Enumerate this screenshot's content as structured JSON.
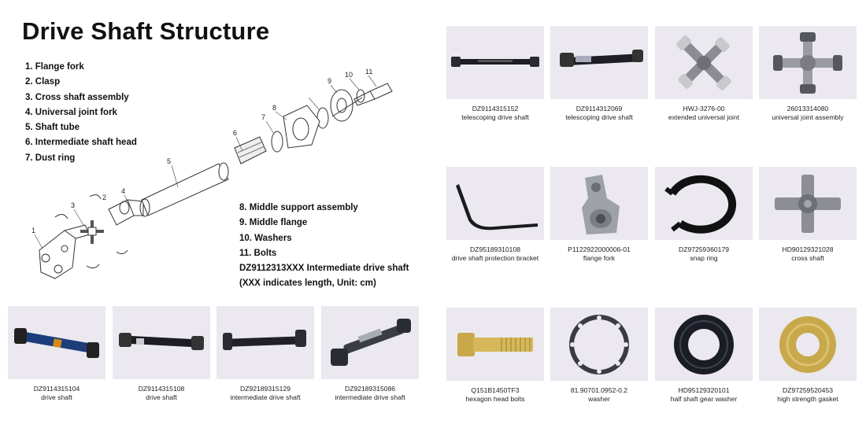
{
  "title": "Drive Shaft Structure",
  "legend_left": [
    "1.  Flange fork",
    "2.  Clasp",
    "3.  Cross shaft assembly",
    "4.  Universal joint fork",
    "5.  Shaft tube",
    "6.  Intermediate shaft head",
    "7. Dust ring"
  ],
  "legend_right": [
    "8. Middle support assembly",
    "9. Middle flange",
    "10. Washers",
    "11. Bolts",
    "DZ9112313XXX Intermediate drive shaft",
    "(XXX indicates length, Unit: cm)"
  ],
  "diagram_labels": [
    "1",
    "2",
    "3",
    "4",
    "5",
    "6",
    "7",
    "8",
    "9",
    "10",
    "11"
  ],
  "products": [
    {
      "code": "DZ9114315152",
      "name": "telescoping drive shaft",
      "icon": "telescoping-shaft-thin"
    },
    {
      "code": "DZ9114312069",
      "name": "telescoping drive shaft",
      "icon": "telescoping-shaft"
    },
    {
      "code": "HWJ-3276-00",
      "name": "extended universal joint",
      "icon": "universal-joint-cross"
    },
    {
      "code": "26013314080",
      "name": "universal joint assembly",
      "icon": "universal-joint-assembly"
    },
    {
      "code": "DZ95189310108",
      "name": "drive shaft protection bracket",
      "icon": "protection-bracket"
    },
    {
      "code": "P1122922000006-01",
      "name": "flange fork",
      "icon": "flange-fork"
    },
    {
      "code": "DZ97259360179",
      "name": "snap ring",
      "icon": "snap-ring"
    },
    {
      "code": "HD90129321028",
      "name": "cross shaft",
      "icon": "cross-shaft"
    },
    {
      "code": "DZ9114315104",
      "name": "drive shaft",
      "icon": "drive-shaft-blue"
    },
    {
      "code": "DZ9114315108",
      "name": "drive shaft",
      "icon": "drive-shaft-black"
    },
    {
      "code": "DZ92189315129",
      "name": "intermediate drive shaft",
      "icon": "intermediate-shaft"
    },
    {
      "code": "DZ92189315086",
      "name": "intermediate drive shaft",
      "icon": "intermediate-shaft-angled"
    },
    {
      "code": "Q151B1450TF3",
      "name": "hexagon head bolts",
      "icon": "hex-bolt"
    },
    {
      "code": "81.90701.0952-0.2",
      "name": "washer",
      "icon": "gasket-washer"
    },
    {
      "code": "HD95129320101",
      "name": "half shaft gear washer",
      "icon": "gear-washer"
    },
    {
      "code": "DZ97259520453",
      "name": "high strength gasket",
      "icon": "gold-gasket"
    }
  ]
}
